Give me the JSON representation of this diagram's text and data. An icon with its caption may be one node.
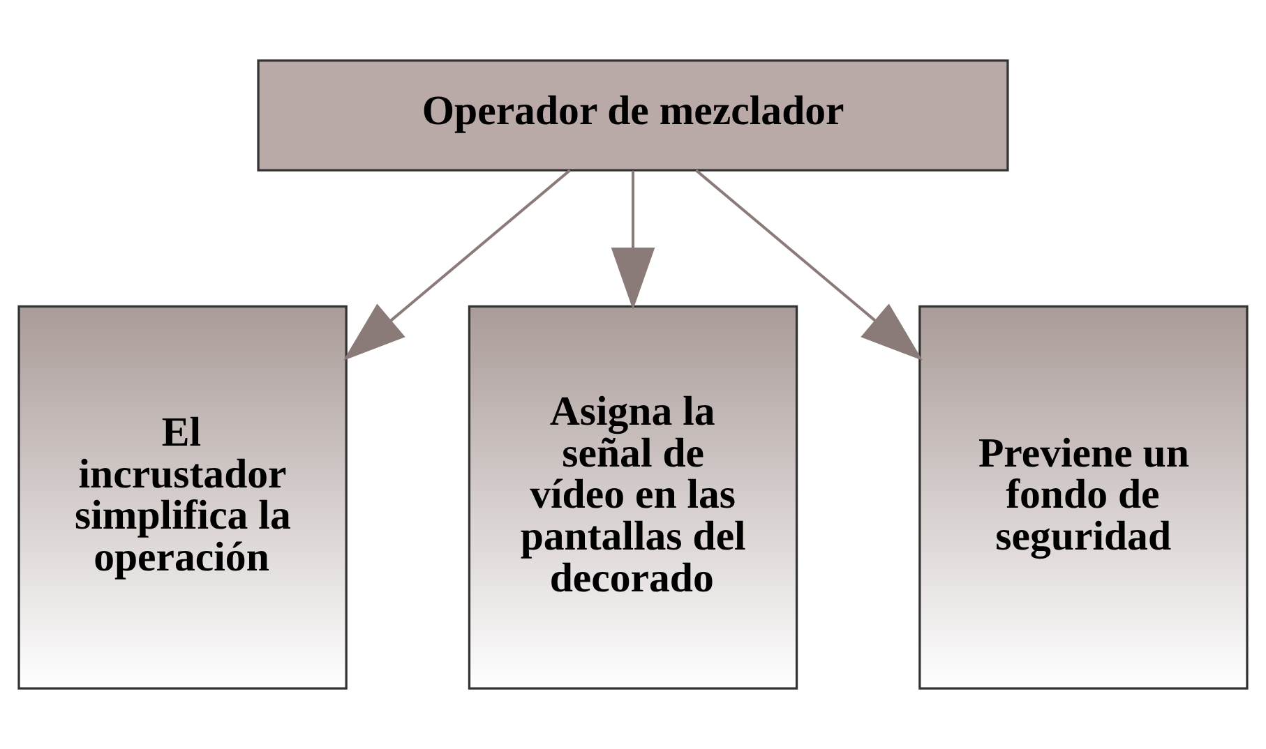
{
  "diagram": {
    "nodes": [
      {
        "text": [
          "Operador de mezclador"
        ]
      },
      {
        "text": [
          "El incrustador simplifica la operación"
        ]
      },
      {
        "text": [
          "Asigna la señal de vídeo en las pantallas del decorado"
        ]
      },
      {
        "text": [
          "Previene un fondo de seguridad"
        ]
      }
    ],
    "edges": [
      {
        "from": 0,
        "to": 1,
        "arrow": "to"
      },
      {
        "from": 0,
        "to": 2,
        "arrow": "to"
      },
      {
        "from": 0,
        "to": 3,
        "arrow": "to"
      }
    ]
  }
}
